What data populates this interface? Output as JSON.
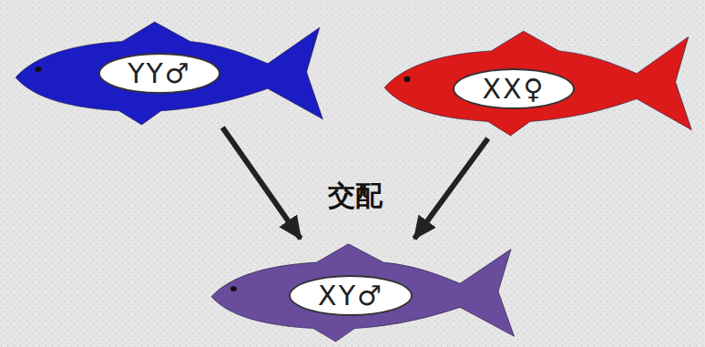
{
  "diagram": {
    "nodes": [
      {
        "text": [
          "YY♂"
        ]
      },
      {
        "text": [
          "XX♀"
        ]
      },
      {
        "text": [
          "XY♂"
        ]
      }
    ],
    "edges": [
      {
        "from": 0,
        "to": 2,
        "arrow": "to"
      },
      {
        "from": 1,
        "to": 2,
        "arrow": "to"
      }
    ],
    "labels": [
      "交配"
    ]
  }
}
